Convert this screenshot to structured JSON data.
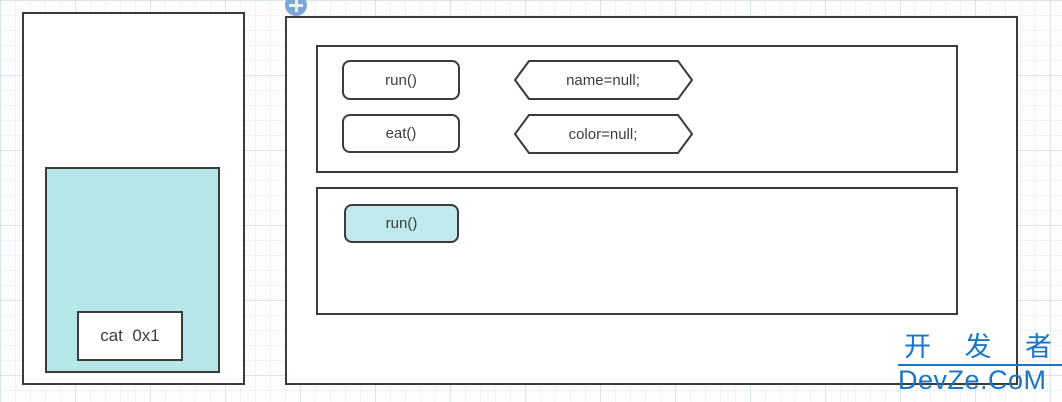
{
  "colors": {
    "shape_border": "#3b3b3b",
    "object_fill_cyan": "#b5e7e8",
    "active_method_fill_cyan": "#bfe9ea",
    "watermark_blue": "#1a75c4",
    "move_handle_blue": "#7aa7d8"
  },
  "heap_panel": {
    "object_region": {
      "instance_label": "cat  0x1"
    }
  },
  "class_panel": {
    "method_area": {
      "methods": [
        {
          "label": "run()"
        },
        {
          "label": "eat()"
        }
      ],
      "fields": [
        {
          "label": "name=null;"
        },
        {
          "label": "color=null;"
        }
      ]
    },
    "stack_area": {
      "active_method": {
        "label": "run()"
      }
    }
  },
  "icons": {
    "move_handle": "plus-circle-icon"
  },
  "watermark": {
    "line1": "开 发 者",
    "line2": "DevZe.CoM"
  }
}
